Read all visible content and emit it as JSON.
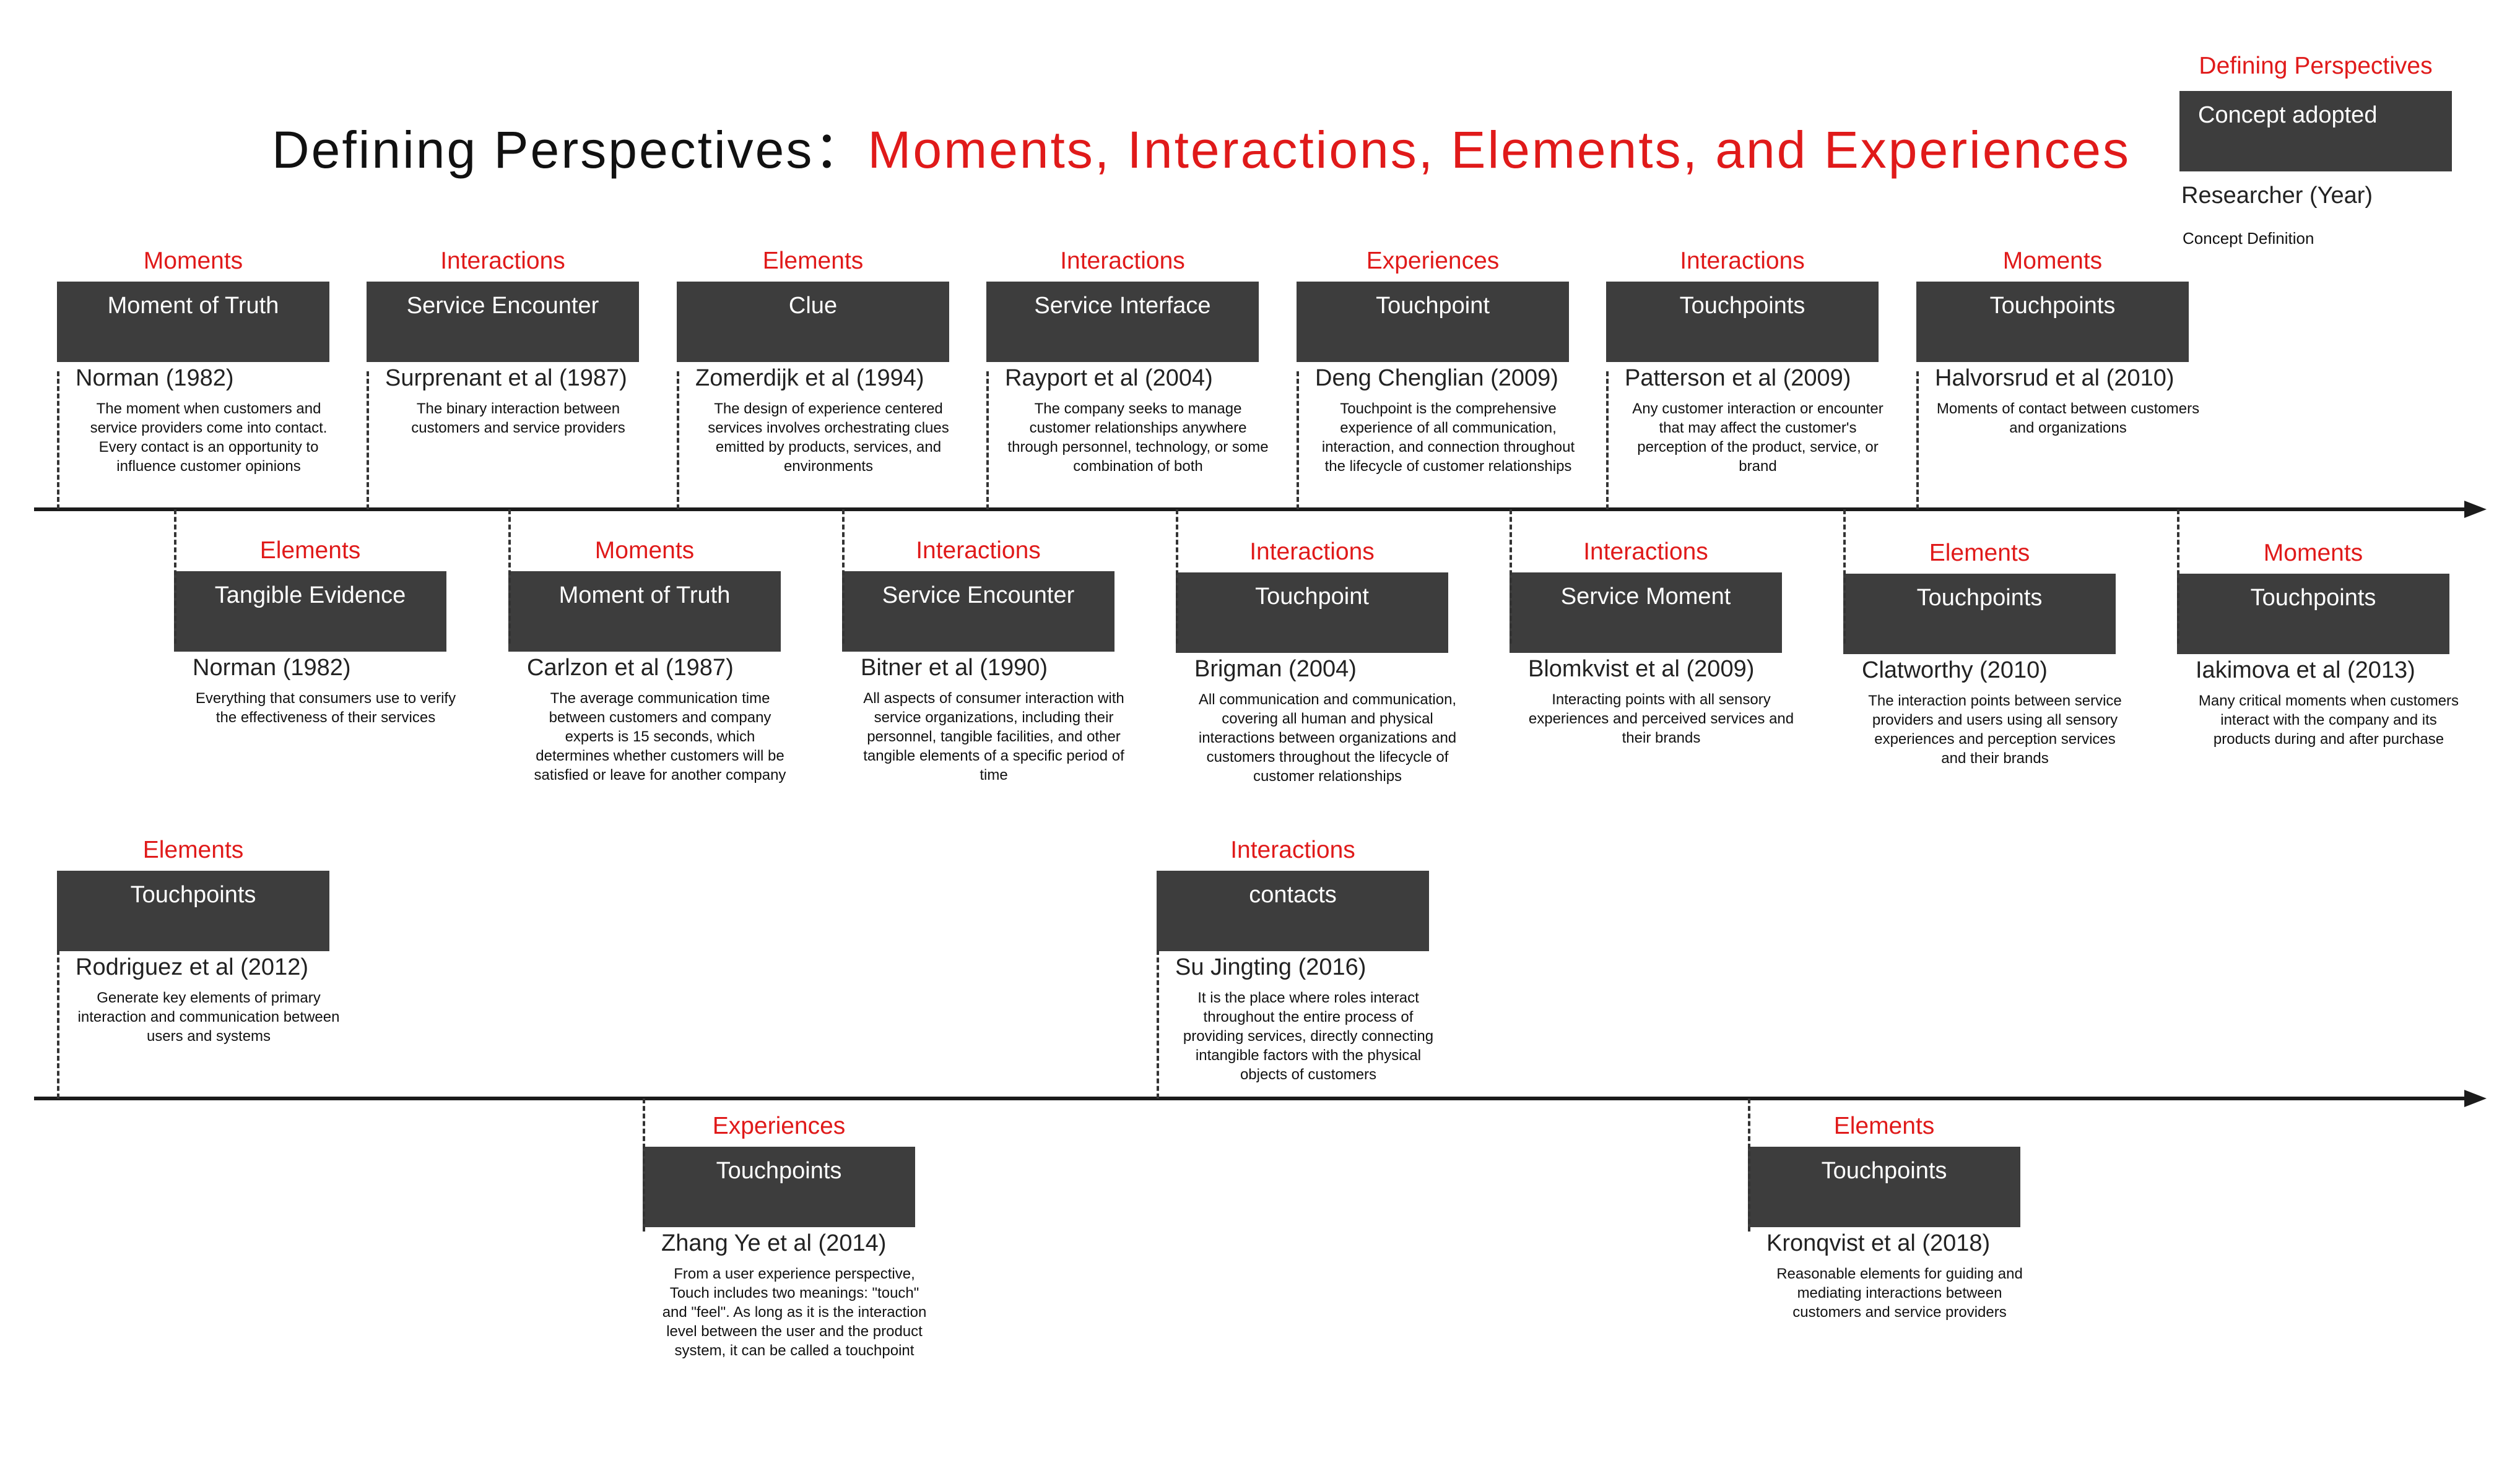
{
  "title": {
    "prefix": "Defining Perspectives：",
    "accent": "Moments, Interactions, Elements, and Experiences"
  },
  "legend": {
    "category": "Defining Perspectives",
    "concept": "Concept adopted",
    "researcher": "Researcher (Year)",
    "definition": "Concept Definition"
  },
  "colors": {
    "accent": "#e01a1a",
    "box": "#3d3d3d",
    "axis": "#1b1b1b"
  },
  "entries": [
    {
      "category": "Moments",
      "concept": "Moment of Truth",
      "researcher": "Norman (1982)",
      "definition": "The moment when customers and service providers come into contact. Every contact is an opportunity to influence customer opinions"
    },
    {
      "category": "Interactions",
      "concept": "Service Encounter",
      "researcher": "Surprenant et al (1987)",
      "definition": "The binary interaction between customers and service providers"
    },
    {
      "category": "Elements",
      "concept": "Clue",
      "researcher": "Zomerdijk et al (1994)",
      "definition": "The design of experience centered services involves orchestrating clues emitted by products, services, and environments"
    },
    {
      "category": "Interactions",
      "concept": "Service Interface",
      "researcher": "Rayport et al (2004)",
      "definition": "The company seeks to manage customer relationships anywhere through personnel, technology, or some combination of both"
    },
    {
      "category": "Experiences",
      "concept": "Touchpoint",
      "researcher": "Deng Chenglian (2009)",
      "definition": "Touchpoint is the comprehensive experience of all communication, interaction, and connection throughout the lifecycle of customer relationships"
    },
    {
      "category": "Interactions",
      "concept": "Touchpoints",
      "researcher": "Patterson et al (2009)",
      "definition": "Any customer interaction or encounter that may affect the customer's perception of the product, service, or brand"
    },
    {
      "category": "Moments",
      "concept": "Touchpoints",
      "researcher": "Halvorsrud et al (2010)",
      "definition": "Moments of contact between customers and organizations"
    },
    {
      "category": "Elements",
      "concept": "Tangible Evidence",
      "researcher": "Norman (1982)",
      "definition": "Everything that consumers use to verify the effectiveness of their services"
    },
    {
      "category": "Moments",
      "concept": "Moment of Truth",
      "researcher": "Carlzon et al (1987)",
      "definition": "The average communication time between customers and company experts is 15 seconds, which determines whether customers will be satisfied or leave for another company"
    },
    {
      "category": "Interactions",
      "concept": "Service Encounter",
      "researcher": "Bitner et al (1990)",
      "definition": "All aspects of consumer interaction with service organizations, including their personnel, tangible facilities, and other tangible elements of a specific period of time"
    },
    {
      "category": "Interactions",
      "concept": "Touchpoint",
      "researcher": "Brigman (2004)",
      "definition": "All communication and communication, covering all human and physical interactions between organizations and customers throughout the lifecycle of customer relationships"
    },
    {
      "category": "Interactions",
      "concept": "Service Moment",
      "researcher": "Blomkvist et al (2009)",
      "definition": "Interacting points with all sensory experiences and perceived services and their brands"
    },
    {
      "category": "Elements",
      "concept": "Touchpoints",
      "researcher": "Clatworthy (2010)",
      "definition": "The interaction points between service providers and users using all sensory experiences and perception services and their brands"
    },
    {
      "category": "Moments",
      "concept": "Touchpoints",
      "researcher": "Iakimova et al (2013)",
      "definition": "Many critical moments when customers interact with the company and its products during and after purchase"
    },
    {
      "category": "Elements",
      "concept": "Touchpoints",
      "researcher": "Rodriguez et al (2012)",
      "definition": "Generate key elements of primary interaction and communication between users and systems"
    },
    {
      "category": "Interactions",
      "concept": "contacts",
      "researcher": "Su Jingting  (2016)",
      "definition": "It is the place where roles interact throughout the entire process of providing services, directly connecting intangible factors with the physical objects of customers"
    },
    {
      "category": "Experiences",
      "concept": "Touchpoints",
      "researcher": "Zhang Ye et al (2014)",
      "definition": "From a user experience perspective, Touch includes two meanings: \"touch\" and \"feel\". As long as it is the interaction level between the user and the product system, it can be called a touchpoint"
    },
    {
      "category": "Elements",
      "concept": "Touchpoints",
      "researcher": "Kronqvist et al (2018)",
      "definition": "Reasonable elements for guiding and mediating interactions between customers and service providers"
    }
  ]
}
